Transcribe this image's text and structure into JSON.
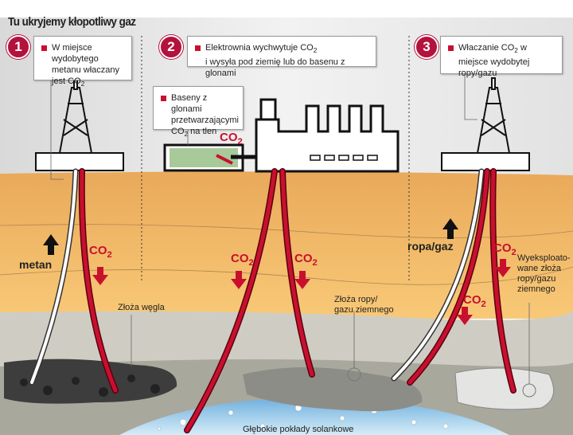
{
  "title": "Tu ukryjemy kłopotliwy gaz",
  "steps": [
    {
      "number": "1",
      "text_a": "W miejsce wydobytego metanu właczany jest CO",
      "sub": "2",
      "text_b": ""
    },
    {
      "number": "2",
      "text_a": "Elektrownia wychwytuje CO",
      "sub": "2",
      "text_b": "i wysyła pod ziemię lub do basenu z glonami"
    },
    {
      "number": "3",
      "text_a": "Właczanie CO",
      "sub": "2",
      "text_b": "w miejsce wydobytej ropy/gazu"
    }
  ],
  "algae_box": {
    "text_a": "Baseny z glonami przetwarzającymi CO",
    "sub": "2",
    "text_b": "na tlen"
  },
  "co2": {
    "main": "CO",
    "sub": "2"
  },
  "labels": {
    "metan": "metan",
    "ropa_gaz": "ropa/gaz",
    "coal": "Złoża węgla",
    "oil_gas": "Złoża ropy/ gazu ziemnego",
    "depleted": "Wyeksploato- wane złoża ropy/gazu ziemnego",
    "saline": "Głębokie pokłady solankowe"
  },
  "colors": {
    "accent": "#c8102e",
    "ground": "#f4bd67",
    "rock_light": "#cfcdc3",
    "rock_dark": "#a9a89d",
    "water": "#8cc3e6"
  }
}
